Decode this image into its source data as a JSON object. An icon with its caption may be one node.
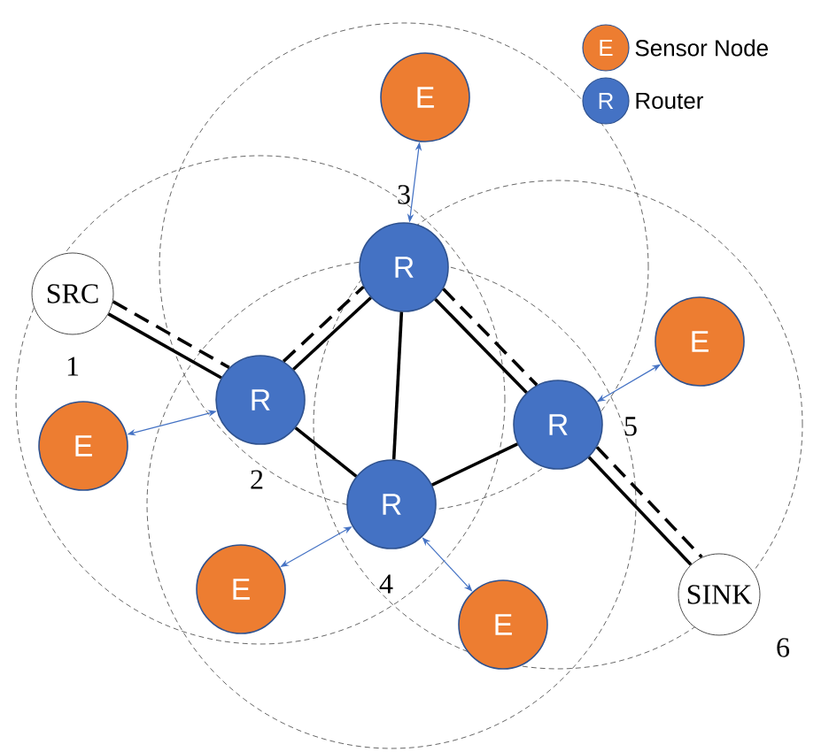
{
  "diagram": {
    "nodes": [
      {
        "text": [
          "E"
        ]
      },
      {
        "text": [
          "R"
        ],
        "beside": [
          "3"
        ]
      },
      {
        "text": [
          "SRC"
        ],
        "beside": [
          "1"
        ]
      },
      {
        "text": [
          "E"
        ]
      },
      {
        "text": [
          "R"
        ],
        "beside": [
          "2"
        ]
      },
      {
        "text": [
          "R"
        ],
        "beside": [
          "5"
        ]
      },
      {
        "text": [
          "E"
        ]
      },
      {
        "text": [
          "R"
        ],
        "beside": [
          "4"
        ]
      },
      {
        "text": [
          "E"
        ]
      },
      {
        "text": [
          "SINK"
        ],
        "beside": [
          "6"
        ]
      },
      {
        "text": [
          "E"
        ]
      }
    ],
    "edges": [
      {
        "from": 2,
        "to": 4,
        "arrow": "none"
      },
      {
        "from": 2,
        "to": 4,
        "arrow": "none",
        "style": "dashed"
      },
      {
        "from": 4,
        "to": 1,
        "arrow": "none"
      },
      {
        "from": 4,
        "to": 1,
        "arrow": "none",
        "style": "dashed"
      },
      {
        "from": 1,
        "to": 7,
        "arrow": "none"
      },
      {
        "from": 4,
        "to": 7,
        "arrow": "none"
      },
      {
        "from": 7,
        "to": 5,
        "arrow": "none"
      },
      {
        "from": 1,
        "to": 5,
        "arrow": "none"
      },
      {
        "from": 1,
        "to": 5,
        "arrow": "none",
        "style": "dashed"
      },
      {
        "from": 5,
        "to": 9,
        "arrow": "none"
      },
      {
        "from": 5,
        "to": 9,
        "arrow": "none",
        "style": "dashed"
      },
      {
        "from": 0,
        "to": 1,
        "arrow": "both",
        "color": "#4472c4"
      },
      {
        "from": 3,
        "to": 5,
        "arrow": "both",
        "color": "#4472c4"
      },
      {
        "from": 6,
        "to": 4,
        "arrow": "both",
        "color": "#4472c4"
      },
      {
        "from": 8,
        "to": 7,
        "arrow": "both",
        "color": "#4472c4"
      },
      {
        "from": 10,
        "to": 7,
        "arrow": "both",
        "color": "#4472c4"
      }
    ],
    "labels": [
      "E",
      "R"
    ],
    "legend": [
      {
        "text": "Sensor Node",
        "color": "#ed7d31"
      },
      {
        "text": "Router",
        "color": "#4472c4"
      }
    ]
  }
}
